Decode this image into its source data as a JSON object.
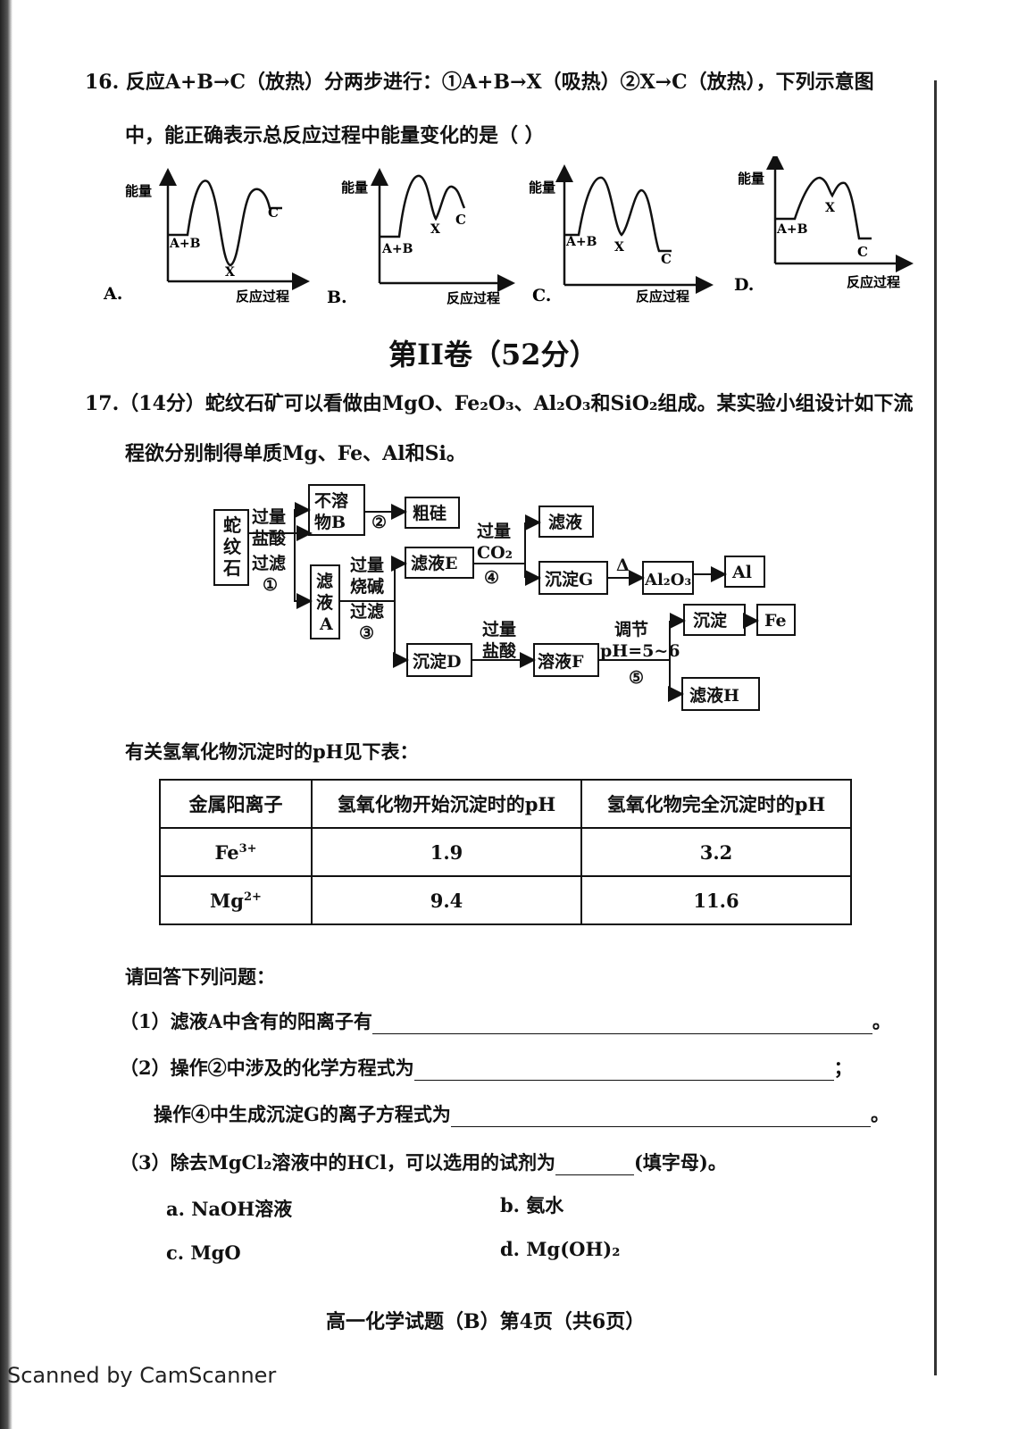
{
  "q16": {
    "line1": "16. 反应A+B→C（放热）分两步进行：①A+B→X（吸热）②X→C（放热），下列示意图",
    "line2": "中，能正确表示总反应过程中能量变化的是（        ）",
    "graph_ylabel": "能量",
    "graph_xlabel": "反应过程",
    "label_ab": "A+B",
    "label_x": "X",
    "label_c": "C",
    "options": [
      "A.",
      "B.",
      "C.",
      "D."
    ]
  },
  "section": {
    "title": "第II卷（52分）"
  },
  "q17": {
    "line1": "17.（14分）蛇纹石矿可以看做由MgO、Fe₂O₃、Al₂O₃和SiO₂组成。某实验小组设计如下流",
    "line2": "程欲分别制得单质Mg、Fe、Al和Si。",
    "flow": {
      "ore": "蛇纹石",
      "hcl": "过量盐酸",
      "filter1": "过滤",
      "step1": "①",
      "insolB": "不溶物B",
      "step2": "②",
      "crudeSi": "粗硅",
      "filtrateA": "滤液A",
      "naoh": "过量烧碱",
      "filter3": "过滤",
      "step3": "③",
      "filtrateE": "滤液E",
      "co2": "过量CO₂",
      "step4": "④",
      "filtrate": "滤液",
      "precipG": "沉淀G",
      "heat": "Δ",
      "al2o3": "Al₂O₃",
      "al": "Al",
      "precipD": "沉淀D",
      "hcl2": "过量盐酸",
      "solutionF": "溶液F",
      "adjust": "调节",
      "ph": "pH=5~6",
      "step5": "⑤",
      "precip": "沉淀",
      "fe": "Fe",
      "filtrateH": "滤液H"
    },
    "table_intro": "有关氢氧化物沉淀时的pH见下表：",
    "table": {
      "headers": [
        "金属阳离子",
        "氢氧化物开始沉淀时的pH",
        "氢氧化物完全沉淀时的pH"
      ],
      "rows": [
        {
          "ion": "Fe",
          "charge": "3+",
          "start": "1.9",
          "complete": "3.2"
        },
        {
          "ion": "Mg",
          "charge": "2+",
          "start": "9.4",
          "complete": "11.6"
        }
      ]
    },
    "answer_intro": "请回答下列问题：",
    "p1": "（1）滤液A中含有的阳离子有",
    "p1_end": "。",
    "p2a": "（2）操作②中涉及的化学方程式为",
    "p2a_end": "；",
    "p2b": "操作④中生成沉淀G的离子方程式为",
    "p2b_end": "。",
    "p3": "（3）除去MgCl₂溶液中的HCl，可以选用的试剂为",
    "p3_end": "(填字母)。",
    "choices": [
      "a. NaOH溶液",
      "b. 氨水",
      "c. MgO",
      "d. Mg(OH)₂"
    ]
  },
  "footer": "高一化学试题（B）第4页（共6页）",
  "scanner": "Scanned by CamScanner"
}
